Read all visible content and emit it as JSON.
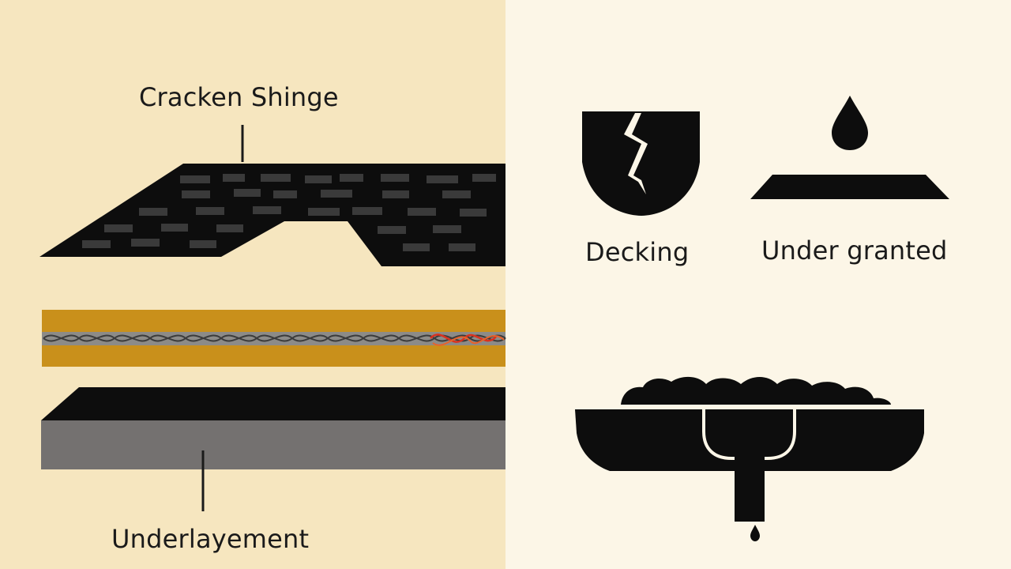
{
  "labels": {
    "cracked_shingle": "Cracken Shinge",
    "underlayment": "Underlayement",
    "decking": "Decking",
    "under_granted": "Under granted"
  },
  "icons": {
    "cracked_shield": "cracked-shield-icon",
    "water_drop_over_surface": "water-drop-icon",
    "gutter_with_granules": "gutter-downspout-icon"
  },
  "colors": {
    "left_background": "#f6e6bf",
    "right_background": "#fcf6e7",
    "shingle": "#0d0d0d",
    "shingle_tab": "#3a3a3a",
    "felt_layer": "#c9901b",
    "mesh": "#5b5b5b",
    "crack_highlight": "#d9321f",
    "underlayment_top": "#0d0d0d",
    "underlayment_side": "#747170"
  }
}
